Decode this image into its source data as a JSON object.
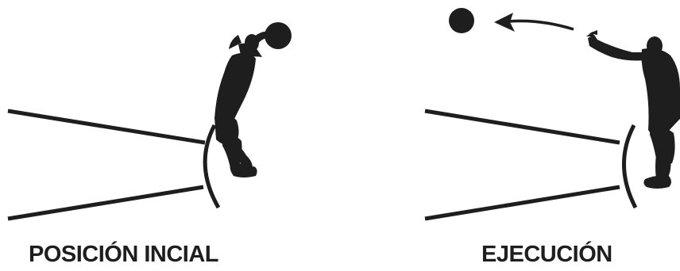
{
  "diagram": {
    "ink_color": "#1e1e1e",
    "background": "#ffffff",
    "panels": [
      {
        "id": "initial",
        "caption": "POSICIÓN INCIAL",
        "elements": [
          "throwing-sector-lines",
          "circle-arc",
          "athlete-silhouette",
          "ball"
        ]
      },
      {
        "id": "execution",
        "caption": "EJECUCIÓN",
        "elements": [
          "throwing-sector-lines",
          "circle-arc",
          "athlete-silhouette",
          "ball",
          "direction-arrow"
        ]
      }
    ]
  }
}
